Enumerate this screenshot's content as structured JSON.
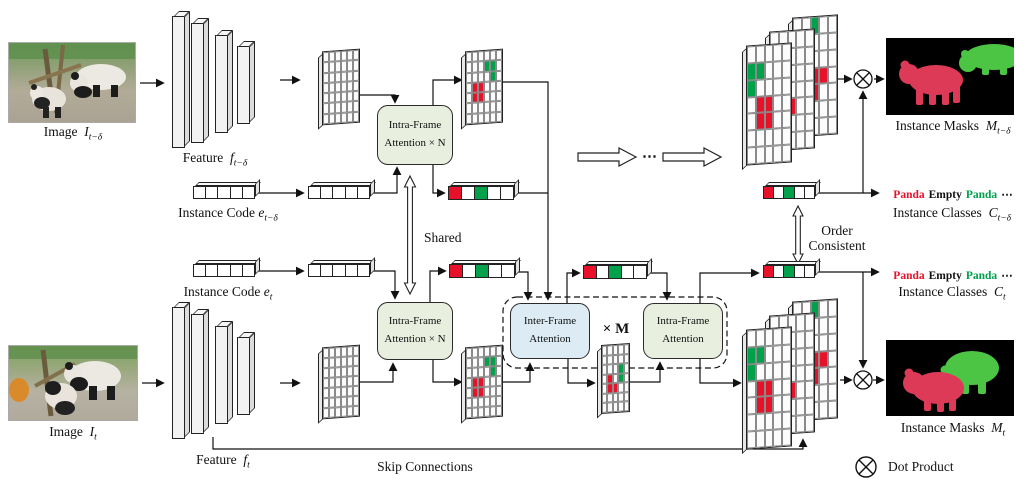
{
  "colors": {
    "red_cell": "#e8112a",
    "green_cell": "#00a14b",
    "mask_red": "#dd3a57",
    "mask_green": "#4cc444",
    "box_green": "#e9efdf",
    "box_blue": "#dcebf4"
  },
  "labels": {
    "shared": "Shared",
    "order_line1": "Order",
    "order_line2": "Consistent",
    "skip": "Skip Connections",
    "mult_m": "× M",
    "dots": "⋯",
    "dot_product": "Dot Product"
  },
  "top_branch": {
    "image_label": {
      "text": "Image",
      "var": "I",
      "sub": "t−δ"
    },
    "feature_label": {
      "text": "Feature",
      "var": "f",
      "sub": "t−δ"
    },
    "code_label": {
      "text": "Instance Code",
      "var": "e",
      "sub": "t−δ"
    },
    "attention_box": {
      "line1": "Intra-Frame",
      "line2": "Attention × N"
    },
    "mask_label": {
      "text": "Instance Masks",
      "var": "M",
      "sub": "t−δ"
    },
    "classes_label": {
      "text": "Instance Classes",
      "var": "C",
      "sub": "t−δ"
    },
    "classes_words": {
      "w1": "Panda",
      "w2": "Empty",
      "w3": "Panda",
      "dots": "⋯"
    }
  },
  "bottom_branch": {
    "image_label": {
      "text": "Image",
      "var": "I",
      "sub": "t"
    },
    "feature_label": {
      "text": "Feature",
      "var": "f",
      "sub": "t"
    },
    "code_label": {
      "text": "Instance Code",
      "var": "e",
      "sub": "t"
    },
    "attention_box": {
      "line1": "Intra-Frame",
      "line2": "Attention × N"
    },
    "mask_label": {
      "text": "Instance Masks",
      "var": "M",
      "sub": "t"
    },
    "classes_label": {
      "text": "Instance Classes",
      "var": "C",
      "sub": "t"
    },
    "classes_words": {
      "w1": "Panda",
      "w2": "Empty",
      "w3": "Panda",
      "dots": "⋯"
    }
  },
  "middle": {
    "inter_box": {
      "line1": "Inter-Frame",
      "line2": "Attention"
    },
    "intra_box": {
      "line1": "Intra-Frame",
      "line2": "Attention"
    }
  },
  "cells": {
    "white_code": [
      "#ffffff",
      "#ffffff",
      "#ffffff",
      "#ffffff",
      "#ffffff"
    ],
    "colored_code": [
      "#e8112a",
      "#ffffff",
      "#00a14b",
      "#ffffff",
      "#ffffff"
    ]
  },
  "grids": {
    "plain": {
      "cols": 6,
      "rows": 7,
      "cells": []
    },
    "colored": {
      "cols": 6,
      "rows": 7,
      "cells": [
        {
          "r": 1,
          "c": 3,
          "k": "g"
        },
        {
          "r": 1,
          "c": 4,
          "k": "g"
        },
        {
          "r": 2,
          "c": 4,
          "k": "g"
        },
        {
          "r": 3,
          "c": 1,
          "k": "r"
        },
        {
          "r": 3,
          "c": 2,
          "k": "r"
        },
        {
          "r": 4,
          "c": 1,
          "k": "r"
        },
        {
          "r": 4,
          "c": 2,
          "k": "r"
        }
      ]
    },
    "small_colored": {
      "cols": 5,
      "rows": 7,
      "cells": [
        {
          "r": 2,
          "c": 3,
          "k": "g"
        },
        {
          "r": 3,
          "c": 3,
          "k": "g"
        },
        {
          "r": 3,
          "c": 1,
          "k": "r"
        },
        {
          "r": 4,
          "c": 1,
          "k": "r"
        },
        {
          "r": 4,
          "c": 2,
          "k": "r"
        }
      ]
    },
    "stack_back": {
      "cols": 5,
      "rows": 7,
      "cells": [
        {
          "r": 0,
          "c": 2,
          "k": "g"
        },
        {
          "r": 3,
          "c": 2,
          "k": "r"
        },
        {
          "r": 3,
          "c": 3,
          "k": "r"
        },
        {
          "r": 4,
          "c": 2,
          "k": "r"
        }
      ]
    },
    "stack_mid": {
      "cols": 5,
      "rows": 7,
      "cells": [
        {
          "r": 3,
          "c": 1,
          "k": "r"
        },
        {
          "r": 4,
          "c": 1,
          "k": "r"
        },
        {
          "r": 4,
          "c": 2,
          "k": "r"
        }
      ]
    },
    "stack_front": {
      "cols": 5,
      "rows": 7,
      "cells": [
        {
          "r": 1,
          "c": 0,
          "k": "g"
        },
        {
          "r": 1,
          "c": 1,
          "k": "g"
        },
        {
          "r": 2,
          "c": 0,
          "k": "g"
        },
        {
          "r": 3,
          "c": 1,
          "k": "r"
        },
        {
          "r": 3,
          "c": 2,
          "k": "r"
        },
        {
          "r": 4,
          "c": 1,
          "k": "r"
        },
        {
          "r": 4,
          "c": 2,
          "k": "r"
        }
      ]
    }
  }
}
